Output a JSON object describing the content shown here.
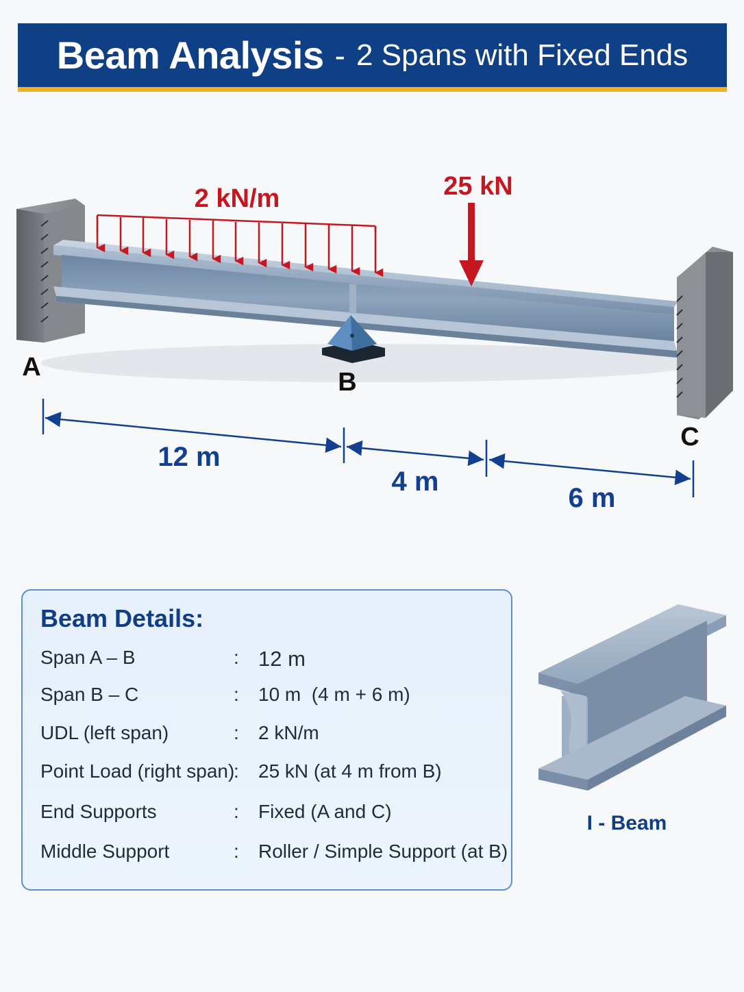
{
  "header": {
    "title_main": "Beam Analysis",
    "title_sep": "-",
    "title_sub": "2 Spans with Fixed Ends"
  },
  "diagram": {
    "udl_label": "2 kN/m",
    "point_load_label": "25 kN",
    "support_a_label": "A",
    "support_b_label": "B",
    "support_c_label": "C",
    "dim_ab": "12 m",
    "dim_b_load": "4 m",
    "dim_load_c": "6 m"
  },
  "details": {
    "title": "Beam Details:",
    "rows": [
      {
        "label": "Span A – B",
        "sep": ":",
        "value": "12 m"
      },
      {
        "label": "Span B – C",
        "sep": ":",
        "value": "10 m  (4 m + 6 m)"
      },
      {
        "label": "UDL (left span)",
        "sep": ":",
        "value": "2 kN/m"
      },
      {
        "label": "Point Load (right span)",
        "sep": ":",
        "value": "25 kN (at 4 m from B)"
      },
      {
        "label": "End Supports",
        "sep": ":",
        "value": "Fixed (A and C)"
      },
      {
        "label": "Middle Support",
        "sep": ":",
        "value": "Roller / Simple Support (at B)"
      }
    ]
  },
  "ibeam_label": "I - Beam",
  "colors": {
    "header_bg": "#0f3f84",
    "header_accent": "#f0b21e",
    "load_red": "#c6161f",
    "dimension_blue": "#123f8f",
    "steel": "#8ea4bd"
  }
}
